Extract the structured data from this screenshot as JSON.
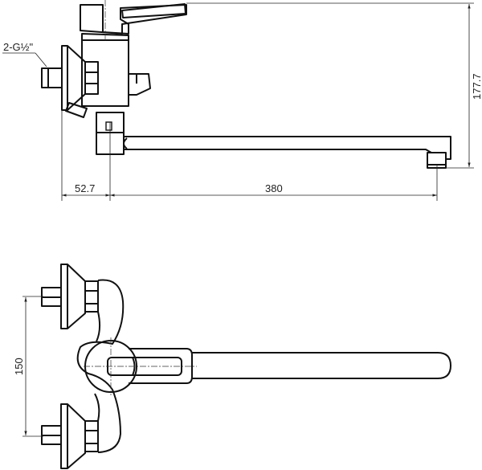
{
  "drawing": {
    "type": "technical-drawing",
    "subject": "wall-mounted faucet with long swivel spout",
    "views": [
      "side-view",
      "top-view"
    ]
  },
  "dimensions": {
    "thread_label": "2-G½\"",
    "offset_horizontal": "52.7",
    "spout_length": "380",
    "height": "177.7",
    "inlet_spacing": "150"
  }
}
